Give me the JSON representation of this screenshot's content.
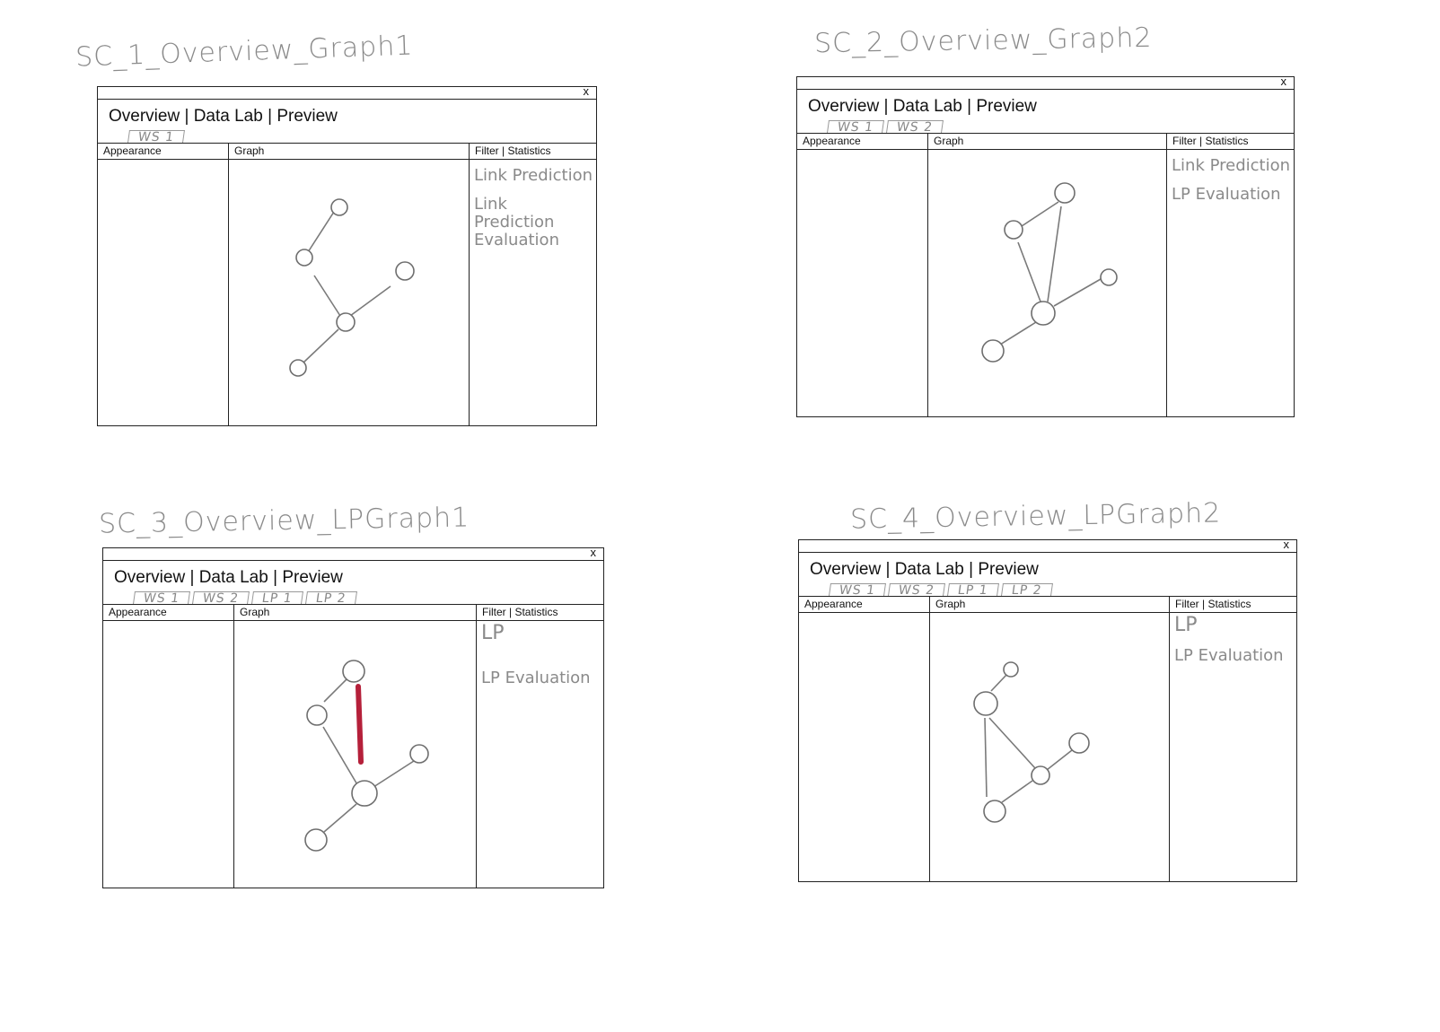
{
  "screens": [
    {
      "title": "SC_1_Overview_Graph1",
      "nav": [
        "Overview",
        "Data Lab",
        "Preview"
      ],
      "tabs": [
        "WS 1"
      ],
      "panels": {
        "appearance": "Appearance",
        "graph": "Graph",
        "filter": "Filter | Statistics"
      },
      "actions": [
        "Link Prediction",
        "Link Prediction Evaluation"
      ],
      "close": "x"
    },
    {
      "title": "SC_2_Overview_Graph2",
      "nav": [
        "Overview",
        "Data Lab",
        "Preview"
      ],
      "tabs": [
        "WS 1",
        "WS 2"
      ],
      "panels": {
        "appearance": "Appearance",
        "graph": "Graph",
        "filter": "Filter | Statistics"
      },
      "actions": [
        "Link Prediction",
        "LP Evaluation"
      ],
      "close": "x"
    },
    {
      "title": "SC_3_Overview_LPGraph1",
      "nav": [
        "Overview",
        "Data Lab",
        "Preview"
      ],
      "tabs": [
        "WS 1",
        "WS 2",
        "LP 1",
        "LP 2"
      ],
      "panels": {
        "appearance": "Appearance",
        "graph": "Graph",
        "filter": "Filter | Statistics"
      },
      "actions": [
        "LP",
        "LP Evaluation"
      ],
      "close": "x",
      "predicted_edge_color": "#b5203a"
    },
    {
      "title": "SC_4_Overview_LPGraph2",
      "nav": [
        "Overview",
        "Data Lab",
        "Preview"
      ],
      "tabs": [
        "WS 1",
        "WS 2",
        "LP 1",
        "LP 2"
      ],
      "panels": {
        "appearance": "Appearance",
        "graph": "Graph",
        "filter": "Filter | Statistics"
      },
      "actions": [
        "LP",
        "LP Evaluation"
      ],
      "close": "x"
    }
  ]
}
